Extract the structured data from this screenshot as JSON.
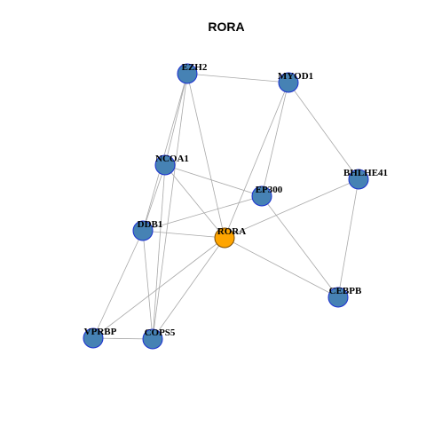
{
  "title": "RORA",
  "colors": {
    "node_fill": "#4682B4",
    "node_stroke": "#1a2fd0",
    "highlight_fill": "#FFA500",
    "highlight_stroke": "#7a4a00",
    "edge": "#a8a8a8"
  },
  "nodes": [
    {
      "id": "EZH2",
      "label": "EZH2",
      "highlight": false
    },
    {
      "id": "MYOD1",
      "label": "MYOD1",
      "highlight": false
    },
    {
      "id": "BHLHE41",
      "label": "BHLHE41",
      "highlight": false
    },
    {
      "id": "NCOA1",
      "label": "NCOA1",
      "highlight": false
    },
    {
      "id": "EP300",
      "label": "EP300",
      "highlight": false
    },
    {
      "id": "DDB1",
      "label": "DDB1",
      "highlight": false
    },
    {
      "id": "RORA",
      "label": "RORA",
      "highlight": true
    },
    {
      "id": "CEBPB",
      "label": "CEBPB",
      "highlight": false
    },
    {
      "id": "VPRBP",
      "label": "VPRBP",
      "highlight": false
    },
    {
      "id": "COPS5",
      "label": "COPS5",
      "highlight": false
    }
  ],
  "edges": [
    [
      "EZH2",
      "MYOD1"
    ],
    [
      "EZH2",
      "NCOA1"
    ],
    [
      "EZH2",
      "DDB1"
    ],
    [
      "EZH2",
      "COPS5"
    ],
    [
      "EZH2",
      "RORA"
    ],
    [
      "MYOD1",
      "EP300"
    ],
    [
      "MYOD1",
      "RORA"
    ],
    [
      "MYOD1",
      "BHLHE41"
    ],
    [
      "BHLHE41",
      "RORA"
    ],
    [
      "BHLHE41",
      "CEBPB"
    ],
    [
      "NCOA1",
      "EP300"
    ],
    [
      "NCOA1",
      "RORA"
    ],
    [
      "NCOA1",
      "COPS5"
    ],
    [
      "NCOA1",
      "DDB1"
    ],
    [
      "EP300",
      "DDB1"
    ],
    [
      "EP300",
      "CEBPB"
    ],
    [
      "DDB1",
      "RORA"
    ],
    [
      "DDB1",
      "VPRBP"
    ],
    [
      "DDB1",
      "COPS5"
    ],
    [
      "RORA",
      "CEBPB"
    ],
    [
      "RORA",
      "VPRBP"
    ],
    [
      "RORA",
      "COPS5"
    ],
    [
      "VPRBP",
      "COPS5"
    ]
  ]
}
